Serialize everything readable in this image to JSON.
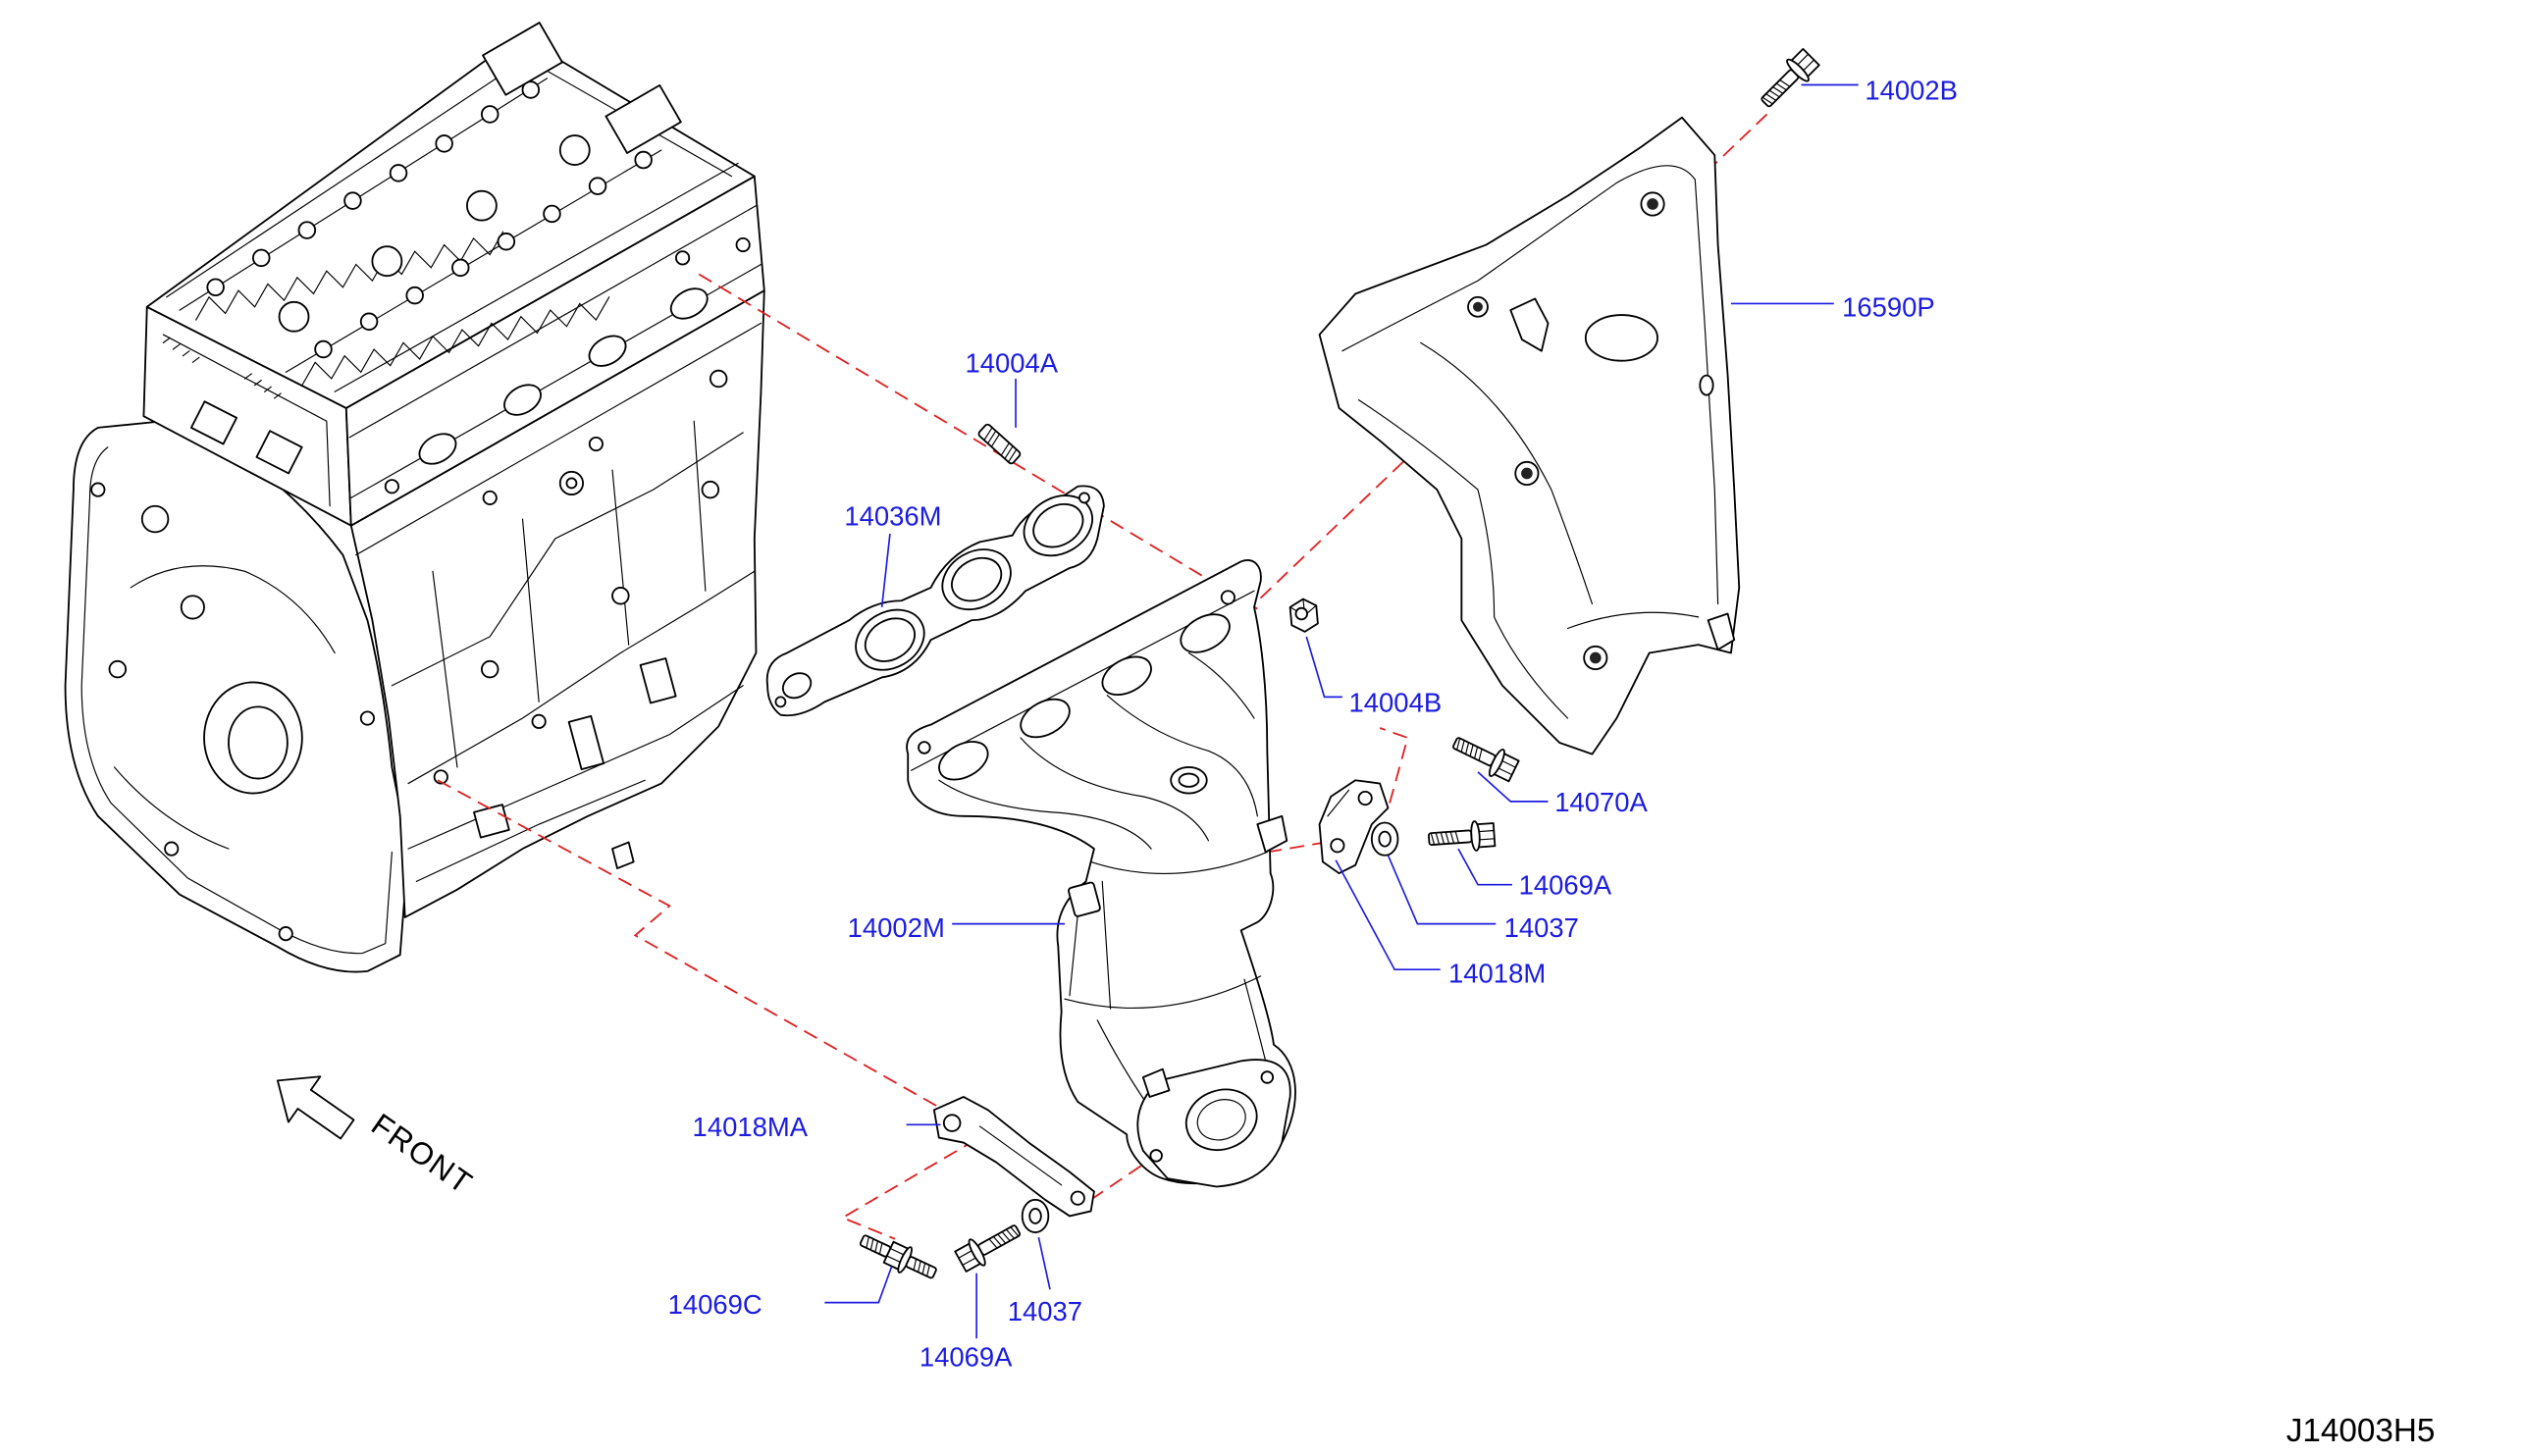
{
  "diagram_code": "J14003H5",
  "front_label": "FRONT",
  "colors": {
    "callout": "#1c1ce0",
    "dashed": "#e02020",
    "line": "#000000",
    "background": "#ffffff"
  },
  "icons": {
    "front_arrow": "front-arrow-icon"
  },
  "callouts": [
    "14002B",
    "16590P",
    "14004A",
    "14036M",
    "14004B",
    "14070A",
    "14069A",
    "14037",
    "14018M",
    "14002M",
    "14018MA",
    "14069C",
    "14069A",
    "14037"
  ]
}
